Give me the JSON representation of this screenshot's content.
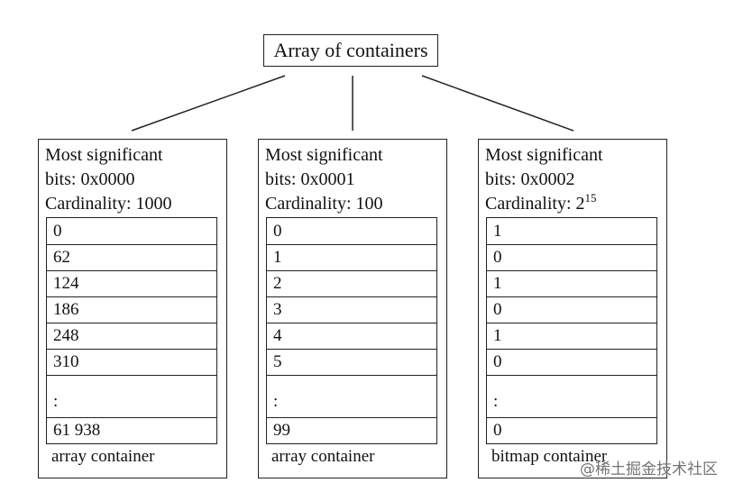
{
  "root": {
    "label": "Array of containers"
  },
  "containers": [
    {
      "header_line1": "Most significant",
      "header_line2": "bits: 0x0000",
      "cardinality_prefix": "Cardinality: 1000",
      "cardinality_sup": "",
      "cells": [
        "0",
        "62",
        "124",
        "186",
        "248",
        "310",
        ":",
        "61 938"
      ],
      "footer": "array container"
    },
    {
      "header_line1": "Most significant",
      "header_line2": "bits: 0x0001",
      "cardinality_prefix": "Cardinality: 100",
      "cardinality_sup": "",
      "cells": [
        "0",
        "1",
        "2",
        "3",
        "4",
        "5",
        ":",
        "99"
      ],
      "footer": "array container"
    },
    {
      "header_line1": "Most significant",
      "header_line2": "bits: 0x0002",
      "cardinality_prefix": "Cardinality: 2",
      "cardinality_sup": "15",
      "cells": [
        "1",
        "0",
        "1",
        "0",
        "1",
        "0",
        ":",
        "0"
      ],
      "footer": "bitmap container"
    }
  ],
  "watermark": {
    "text": "@稀土掘金技术社区"
  }
}
